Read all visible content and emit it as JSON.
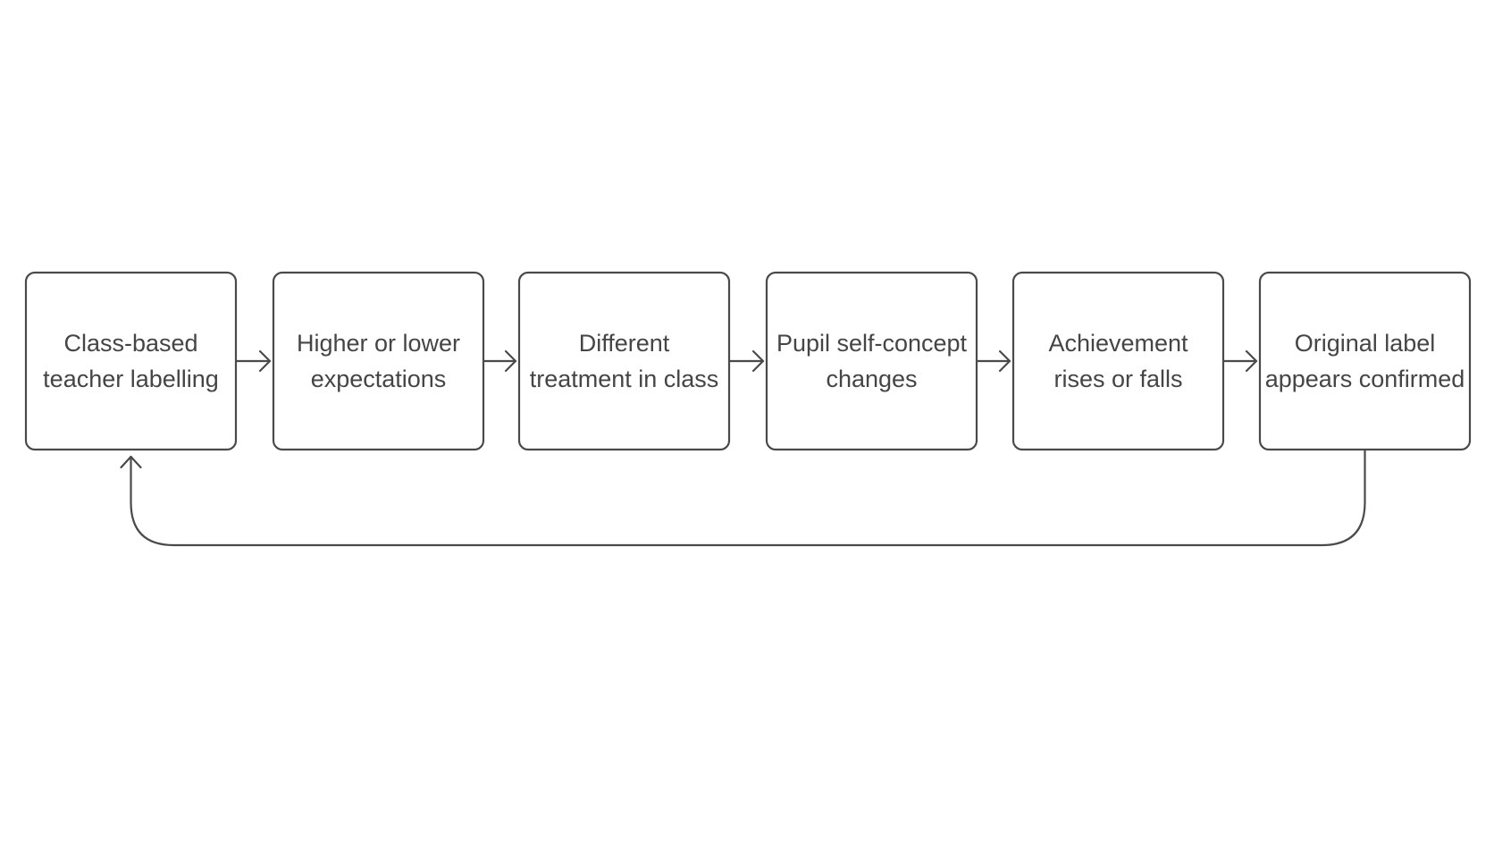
{
  "diagram": {
    "type": "cycle-flow",
    "steps": [
      {
        "lines": [
          "Class-based",
          "teacher labelling"
        ]
      },
      {
        "lines": [
          "Higher or lower",
          "expectations"
        ]
      },
      {
        "lines": [
          "Different",
          "treatment in class"
        ]
      },
      {
        "lines": [
          "Pupil self-concept",
          "changes"
        ]
      },
      {
        "lines": [
          "Achievement",
          "rises or falls"
        ]
      },
      {
        "lines": [
          "Original label",
          "appears confirmed"
        ]
      }
    ],
    "connections": [
      {
        "from": 0,
        "to": 1
      },
      {
        "from": 1,
        "to": 2
      },
      {
        "from": 2,
        "to": 3
      },
      {
        "from": 3,
        "to": 4
      },
      {
        "from": 4,
        "to": 5
      },
      {
        "from": 5,
        "to": 0,
        "kind": "feedback-loop"
      }
    ],
    "colors": {
      "background": "#ffffff",
      "stroke": "#4a4a4a",
      "text": "#454545",
      "box_fill": "#ffffff"
    }
  }
}
